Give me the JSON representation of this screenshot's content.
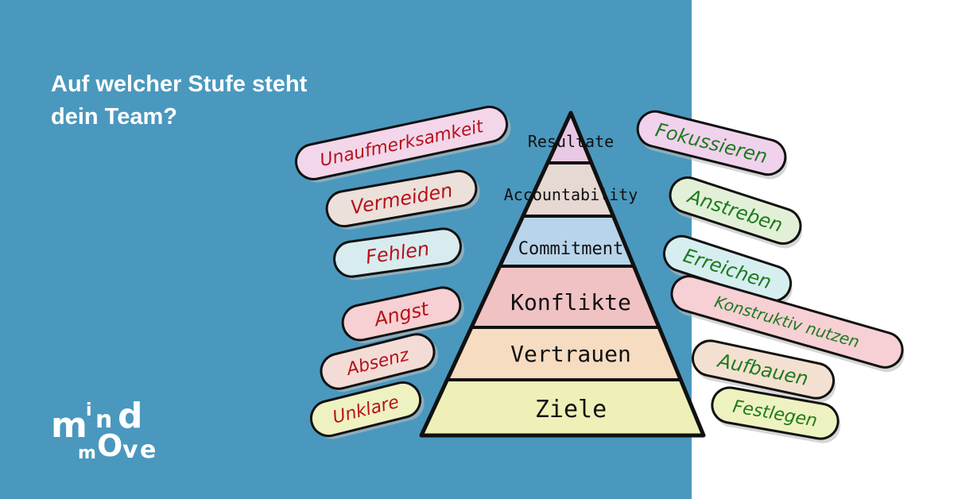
{
  "headline": {
    "line1": "Auf welcher Stufe steht",
    "line2": "dein Team?"
  },
  "logo": {
    "text": "mind move",
    "m1": "m",
    "i": "i",
    "n": "n",
    "d": "d",
    "m2": "m",
    "o": "O",
    "v": "v",
    "e": "e"
  },
  "pyramid": {
    "levels": [
      {
        "label": "Resultate",
        "color": "#e8c8e4"
      },
      {
        "label": "Accountability",
        "color": "#e6d8d2"
      },
      {
        "label": "Commitment",
        "color": "#b8d4ea"
      },
      {
        "label": "Konflikte",
        "color": "#f0c2c4"
      },
      {
        "label": "Vertrauen",
        "color": "#f6dcc0"
      },
      {
        "label": "Ziele",
        "color": "#eef0b8"
      }
    ]
  },
  "dysfunctions": {
    "color": "#b5121b",
    "items": [
      "Unaufmerksamkeit",
      "Vermeiden",
      "Fehlen",
      "Angst",
      "Absenz",
      "Unklare"
    ]
  },
  "behaviors": {
    "color": "#1e7a1e",
    "items": [
      "Fokussieren",
      "Anstreben",
      "Erreichen",
      "Konstruktiv nutzen",
      "Aufbauen",
      "Festlegen"
    ]
  }
}
